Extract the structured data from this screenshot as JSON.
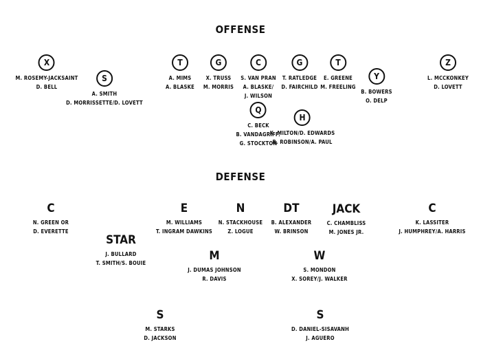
{
  "offense": {
    "title": "OFFENSE",
    "positions": [
      {
        "label": "X",
        "names": [
          "M. ROSEMY-JACKSAINT",
          "D. BELL"
        ]
      },
      {
        "label": "S",
        "names": [
          "A. SMITH",
          "D. MORRISSETTE/D. LOVETT"
        ]
      },
      {
        "label": "T",
        "names": [
          "A. MIMS",
          "A. BLASKE"
        ]
      },
      {
        "label": "G",
        "names": [
          "X. TRUSS",
          "M. MORRIS"
        ]
      },
      {
        "label": "C",
        "names": [
          "S. VAN PRAN",
          "A. BLASKE/",
          "J. WILSON"
        ]
      },
      {
        "label": "G",
        "names": [
          "T. RATLEDGE",
          "D. FAIRCHILD"
        ]
      },
      {
        "label": "T",
        "names": [
          "E. GREENE",
          "M. FREELING"
        ]
      },
      {
        "label": "Y",
        "names": [
          "B. BOWERS",
          "O. DELP"
        ]
      },
      {
        "label": "Z",
        "names": [
          "L. MCCKONKEY",
          "D. LOVETT"
        ]
      },
      {
        "label": "Q",
        "names": [
          "C. BECK",
          "B. VANDAGRIFF/",
          "G. STOCKTON"
        ]
      },
      {
        "label": "H",
        "names": [
          "K. MILTON/D. EDWARDS",
          "B. ROBINSON/A. PAUL"
        ]
      }
    ]
  },
  "defense": {
    "title": "DEFENSE",
    "positions": [
      {
        "label": "C",
        "names": [
          "N. GREEN OR",
          "D. EVERETTE"
        ]
      },
      {
        "label": "E",
        "names": [
          "M. WILLIAMS",
          "T. INGRAM DAWKINS"
        ]
      },
      {
        "label": "N",
        "names": [
          "N. STACKHOUSE",
          "Z. LOGUE"
        ]
      },
      {
        "label": "DT",
        "names": [
          "B. ALEXANDER",
          "W. BRINSON"
        ]
      },
      {
        "label": "JACK",
        "names": [
          "C. CHAMBLISS",
          "M. JONES JR."
        ]
      },
      {
        "label": "C",
        "names": [
          "K. LASSITER",
          "J. HUMPHREY/A. HARRIS"
        ]
      },
      {
        "label": "STAR",
        "names": [
          "J. BULLARD",
          "T. SMITH/S. BOUIE"
        ]
      },
      {
        "label": "M",
        "names": [
          "J. DUMAS JOHNSON",
          "R. DAVIS"
        ]
      },
      {
        "label": "W",
        "names": [
          "S. MONDON",
          "X. SOREY/J. WALKER"
        ]
      },
      {
        "label": "S",
        "names": [
          "M. STARKS",
          "D. JACKSON"
        ]
      },
      {
        "label": "S",
        "names": [
          "D. DANIEL-SISAVANH",
          "J. AGUERO"
        ]
      }
    ]
  }
}
